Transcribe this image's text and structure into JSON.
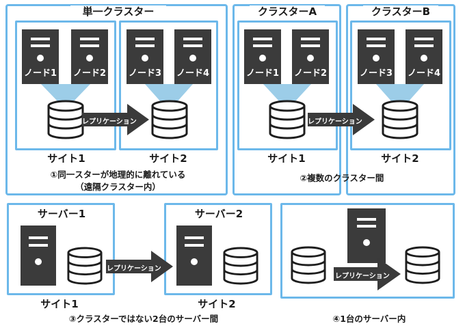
{
  "colors": {
    "panel_border": "#6cb8ea",
    "node_fill": "#3b3b3b",
    "funnel": "#9ccde8",
    "arrow": "#3a3a3a"
  },
  "icons": {
    "server": "server-icon",
    "database": "database-icon",
    "arrow": "arrow-right-icon"
  },
  "replication_label": "レプリケーション",
  "top_left": {
    "title": "単一クラスター",
    "nodes": [
      "ノード1",
      "ノード2",
      "ノード3",
      "ノード4"
    ],
    "site1": "サイト1",
    "site2": "サイト2",
    "caption1": "①同一スターが地理的に離れている",
    "caption2": "（遠隔クラスター内）"
  },
  "top_right": {
    "cluster_a": "クラスターA",
    "cluster_b": "クラスターB",
    "nodes": [
      "ノード1",
      "ノード2",
      "ノード3",
      "ノード4"
    ],
    "site1": "サイト1",
    "site2": "サイト2",
    "caption": "②複数のクラスター間"
  },
  "bottom_left": {
    "server1": "サーバー1",
    "server2": "サーバー2",
    "site1": "サイト1",
    "site2": "サイト2",
    "caption": "③クラスターではない2台のサーバー間"
  },
  "bottom_right": {
    "caption": "④1台のサーバー内"
  }
}
